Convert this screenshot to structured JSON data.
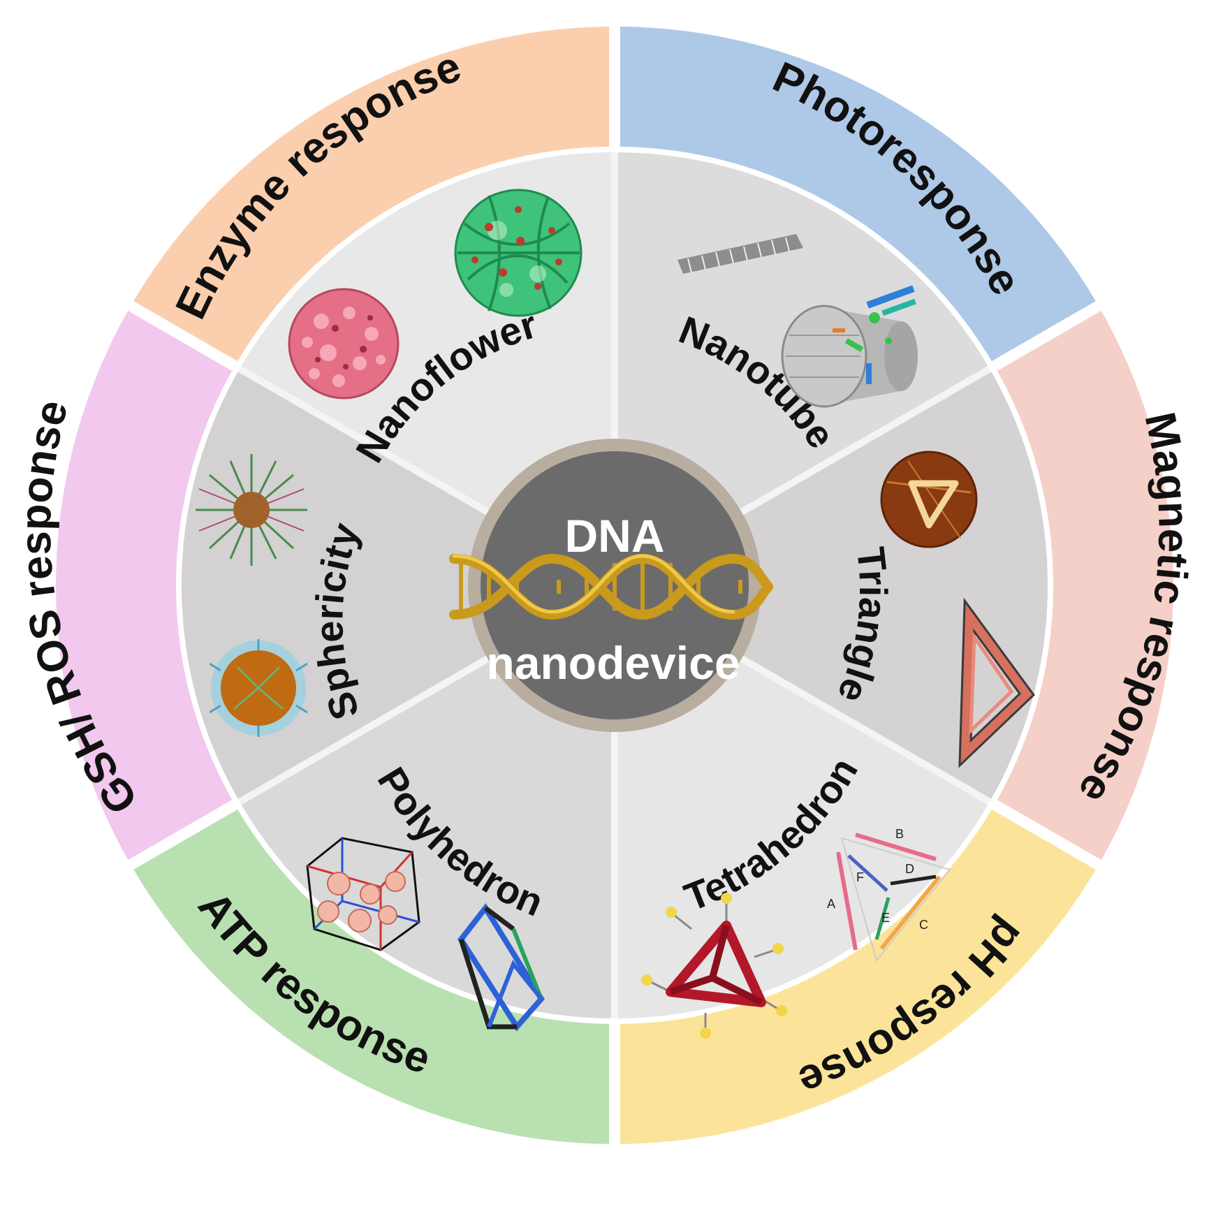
{
  "center": {
    "line1": "DNA",
    "line2": "nanodevice"
  },
  "outer_ring": [
    {
      "label": "Photoresponse",
      "color": "#aec8e8"
    },
    {
      "label": "Magnetic response",
      "color": "#f5d0c8"
    },
    {
      "label": "pH response",
      "color": "#fbe49a"
    },
    {
      "label": "ATP response",
      "color": "#b9e0b0"
    },
    {
      "label": "GSH/ ROS response",
      "color": "#f2c8ee"
    },
    {
      "label": "Enzyme response",
      "color": "#fbcfae"
    }
  ],
  "inner_ring": [
    {
      "label": "Nanotube",
      "color": "#dcdcdc"
    },
    {
      "label": "Triangle",
      "color": "#d4d2d3"
    },
    {
      "label": "Tetrahedron",
      "color": "#e6e6e6"
    },
    {
      "label": "Polyhedron",
      "color": "#d9d9d9"
    },
    {
      "label": "Sphericity",
      "color": "#d3d1d2"
    },
    {
      "label": "Nanoflower",
      "color": "#e8e8e8"
    }
  ],
  "tetrahedron_schematic_labels": [
    "A",
    "B",
    "C",
    "D",
    "E",
    "F"
  ],
  "colors": {
    "center_disc": "#6b6b6b",
    "center_border": "#b8ad9f",
    "dna_gold": "#c99a1c"
  }
}
